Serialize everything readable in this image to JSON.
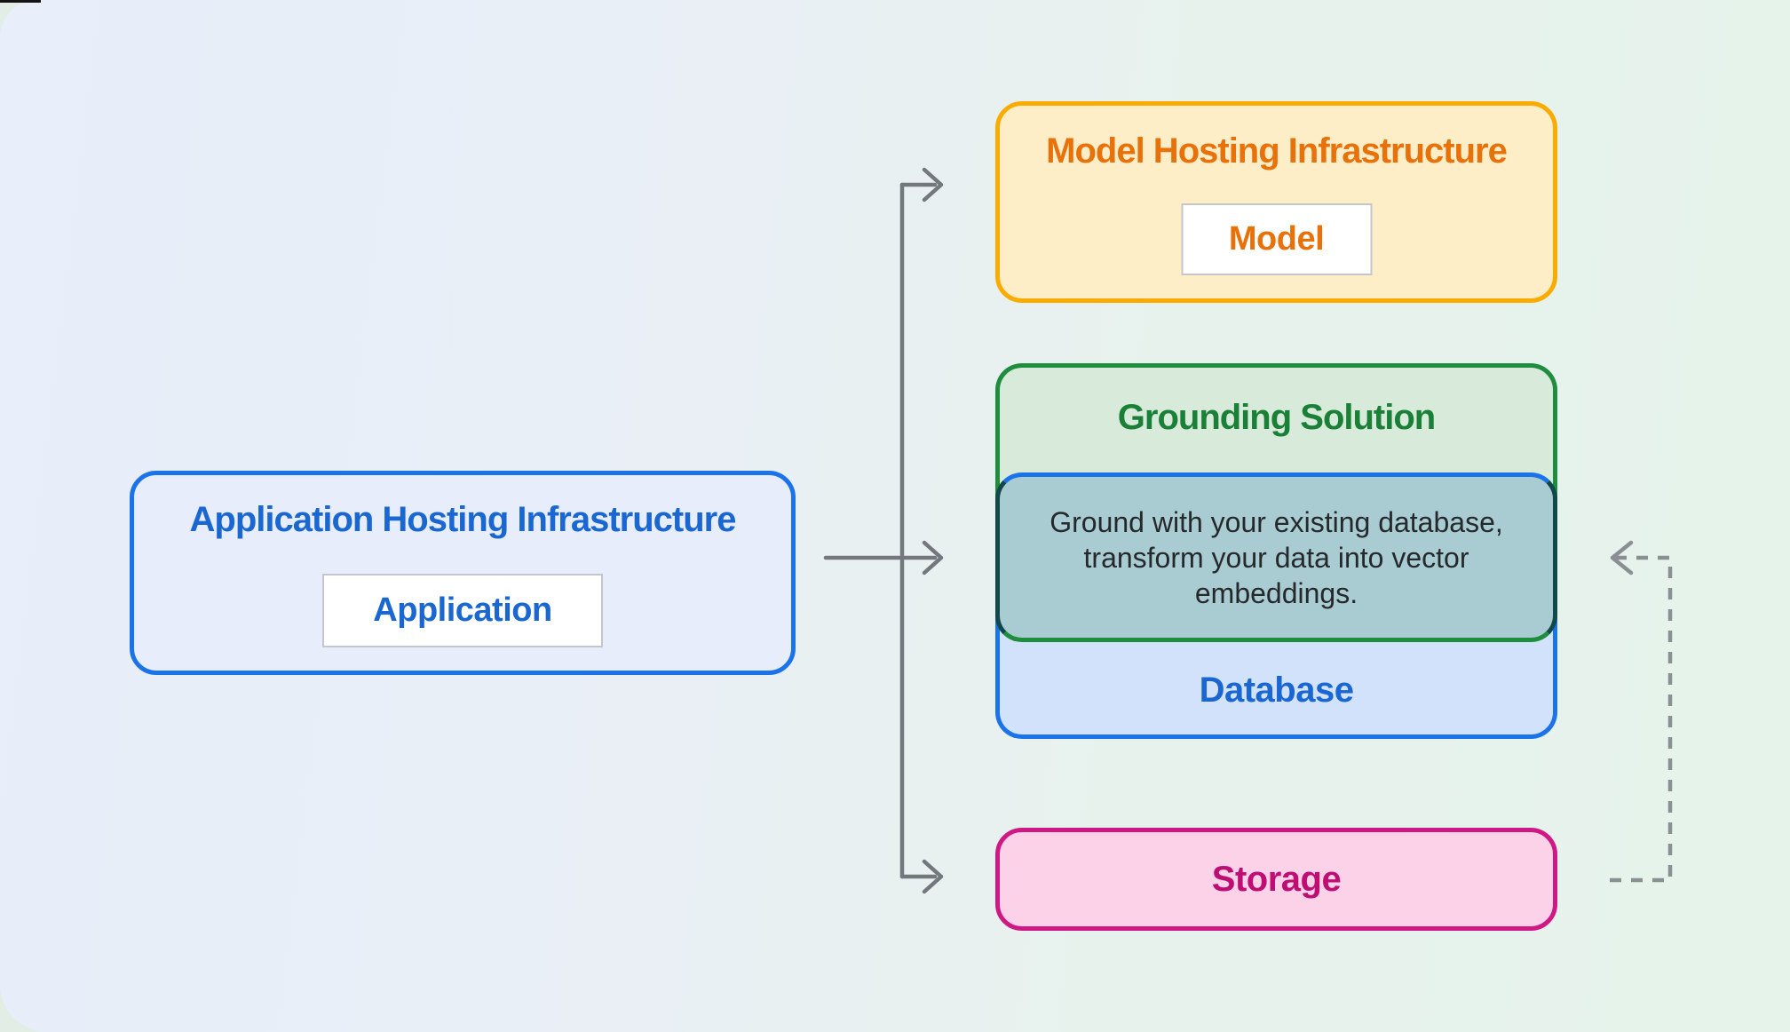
{
  "diagram": {
    "application_box": {
      "title": "Application Hosting Infrastructure",
      "chip_label": "Application"
    },
    "model_box": {
      "title": "Model Hosting Infrastructure",
      "chip_label": "Model"
    },
    "grounding_box": {
      "title": "Grounding Solution",
      "note": "Ground with your existing database, transform your data into vector embeddings.",
      "database_label": "Database"
    },
    "storage_box": {
      "label": "Storage"
    }
  },
  "icons": {
    "solid_arrow": "right-arrow-icon",
    "dashed_arrow": "left-arrow-icon"
  },
  "colors": {
    "blue_border": "#1A73E8",
    "blue_text": "#1A67D2",
    "blue_fill": "#E7EDFB",
    "database_fill": "#D3E2FB",
    "yellow_border": "#F9AB00",
    "yellow_fill": "#FDEEC7",
    "orange_text": "#E8710A",
    "green_border": "#1E8E3E",
    "green_text": "#1A8038",
    "green_fill": "#D8EAD9",
    "teal_overlap_fill": "#A8CCD2",
    "pink_border": "#D01884",
    "pink_fill": "#FBD2E8",
    "pink_text": "#BE0D73",
    "arrow_gray": "#74787E",
    "dashed_gray": "#8A8F94"
  }
}
